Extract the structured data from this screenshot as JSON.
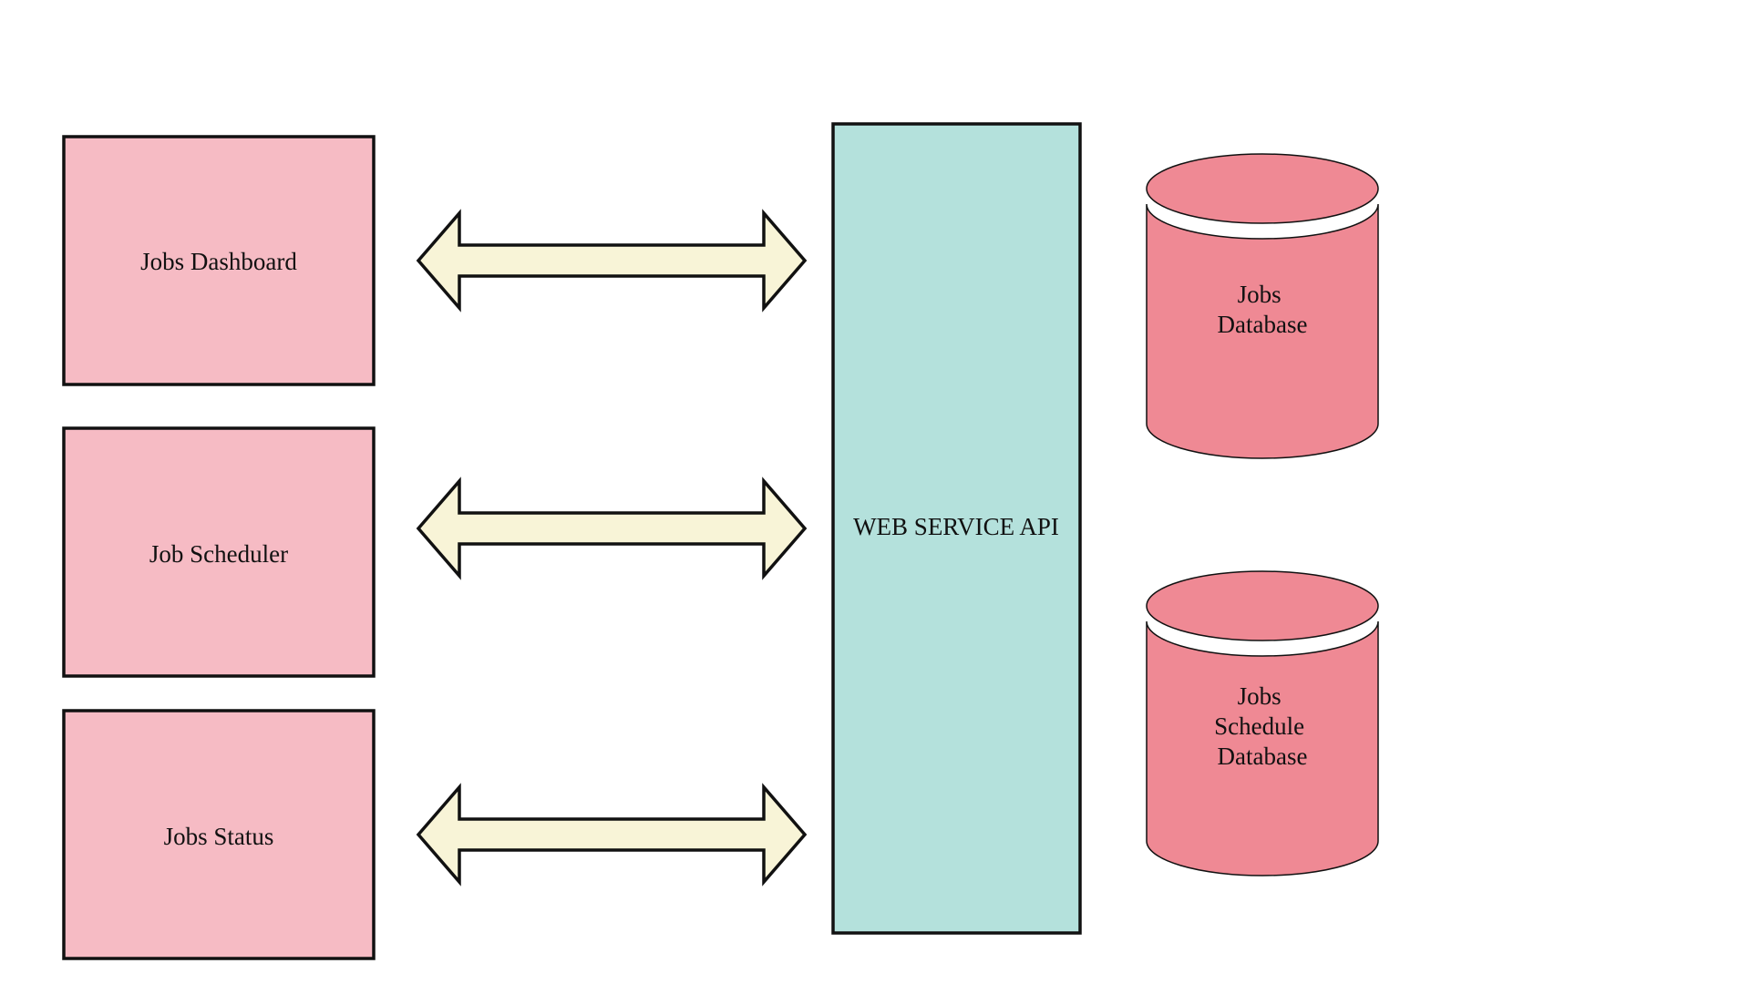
{
  "colors": {
    "client_box_fill": "#f6bbc4",
    "api_box_fill": "#b4e1dc",
    "database_fill": "#ef8994",
    "arrow_fill": "#f8f4d7",
    "stroke": "#111111"
  },
  "clients": [
    {
      "label": "Jobs Dashboard"
    },
    {
      "label": "Job Scheduler"
    },
    {
      "label": "Jobs Status"
    }
  ],
  "api": {
    "label": "WEB SERVICE API"
  },
  "databases": [
    {
      "lines": [
        "Jobs",
        "Database"
      ]
    },
    {
      "lines": [
        "Jobs",
        "Schedule",
        "Database"
      ]
    }
  ],
  "arrows": [
    {
      "icon": "double-arrow-icon"
    },
    {
      "icon": "double-arrow-icon"
    },
    {
      "icon": "double-arrow-icon"
    }
  ]
}
